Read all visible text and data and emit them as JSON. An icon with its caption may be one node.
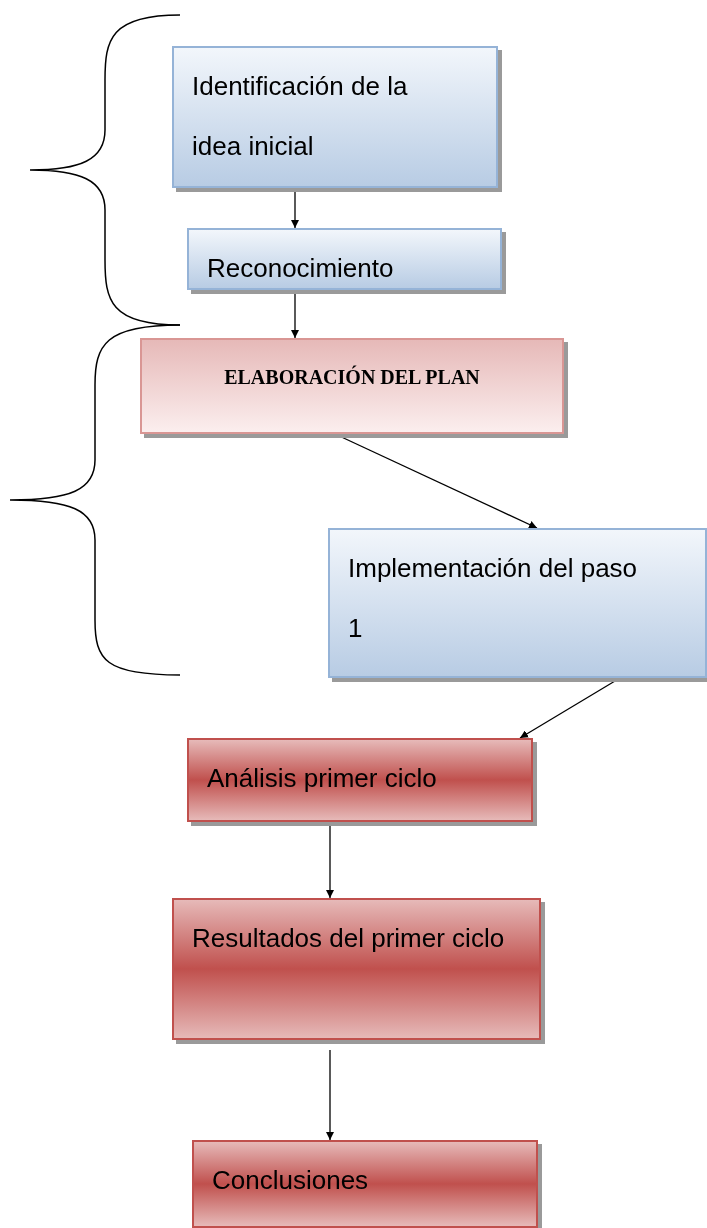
{
  "diagram": {
    "nodes": [
      {
        "text": [
          "Identificación de la idea inicial"
        ]
      },
      {
        "text": [
          "Reconocimiento"
        ]
      },
      {
        "text": [
          "ELABORACIÓN DEL PLAN"
        ]
      },
      {
        "text": [
          "Implementación del paso 1"
        ]
      },
      {
        "text": [
          "Análisis primer ciclo"
        ]
      },
      {
        "text": [
          "Resultados del primer ciclo"
        ]
      },
      {
        "text": [
          "Conclusiones"
        ]
      }
    ],
    "edges": [
      {
        "from": 0,
        "to": 1,
        "arrow": "to"
      },
      {
        "from": 1,
        "to": 2,
        "arrow": "to"
      },
      {
        "from": 2,
        "to": 3,
        "arrow": "to"
      },
      {
        "from": 3,
        "to": 4,
        "arrow": "to"
      },
      {
        "from": 4,
        "to": 5,
        "arrow": "to"
      },
      {
        "from": 5,
        "to": 6,
        "arrow": "to"
      }
    ]
  }
}
